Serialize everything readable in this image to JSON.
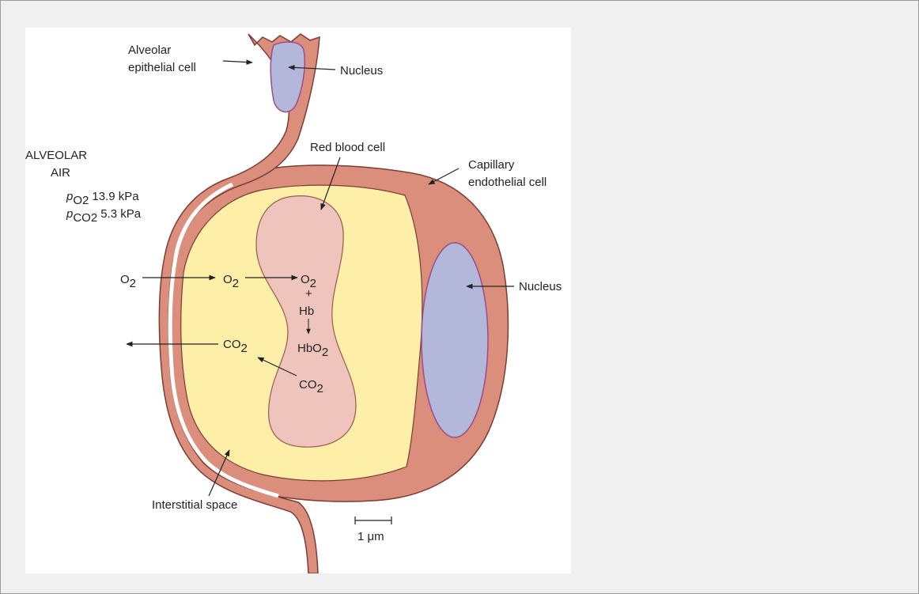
{
  "labels": {
    "alveolar_epithelial_cell": [
      "Alveolar",
      "epithelial cell"
    ],
    "nucleus_top": "Nucleus",
    "alveolar_air": [
      "ALVEOLAR",
      "AIR"
    ],
    "red_blood_cell": "Red blood cell",
    "capillary_endothelial_cell": [
      "Capillary",
      "endothelial cell"
    ],
    "nucleus_right": "Nucleus",
    "interstitial_space": "Interstitial space",
    "scale_bar": "1 μm"
  },
  "partial_pressures": {
    "p_symbol": "p",
    "o2": {
      "subscript": "O2",
      "value": "13.9 kPa"
    },
    "co2": {
      "subscript": "CO2",
      "value": "5.3 kPa"
    }
  },
  "gas_exchange": {
    "o2_symbol": "O",
    "o2_sub": "2",
    "co2_symbol": "CO",
    "co2_sub": "2",
    "plus": "+",
    "hb": "Hb",
    "hbo2_symbol": "HbO",
    "hbo2_sub": "2"
  },
  "colors": {
    "cell_tissue": "#dc8e7c",
    "plasma": "#fdeea8",
    "red_blood_cell": "#eec4bc",
    "nucleus": "#b3b7da",
    "outline": "#7a3d33"
  }
}
